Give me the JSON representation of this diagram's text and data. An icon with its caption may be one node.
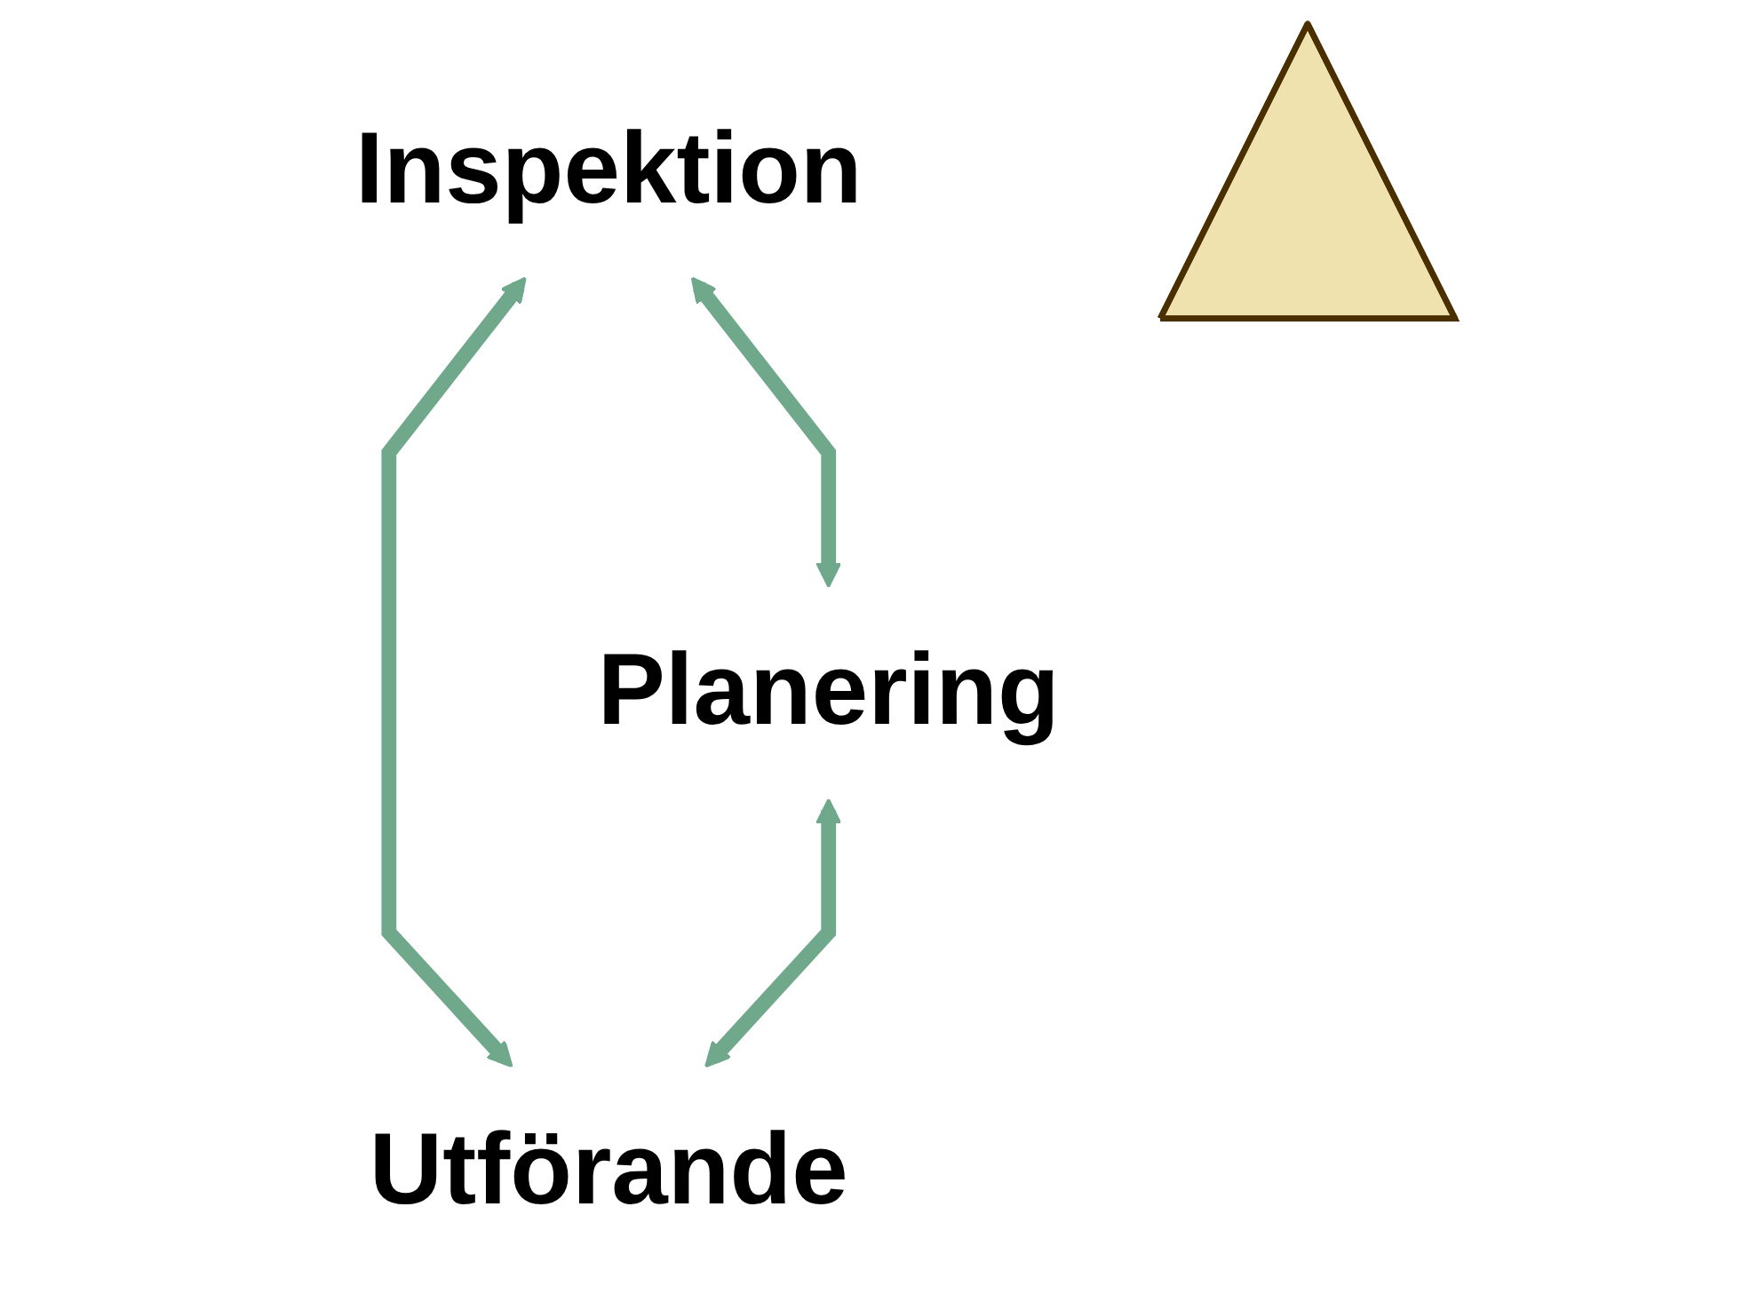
{
  "diagram": {
    "nodes": [
      {
        "text": [
          "Inspektion"
        ]
      },
      {
        "text": [],
        "shape": "triangle"
      },
      {
        "text": [
          "Planering"
        ]
      },
      {
        "text": [
          "Utförande"
        ]
      }
    ],
    "edges": [
      {
        "from": 0,
        "to": 2,
        "arrow": "both"
      },
      {
        "from": 0,
        "to": 3,
        "arrow": "both"
      },
      {
        "from": 2,
        "to": 3,
        "arrow": "both"
      }
    ]
  }
}
